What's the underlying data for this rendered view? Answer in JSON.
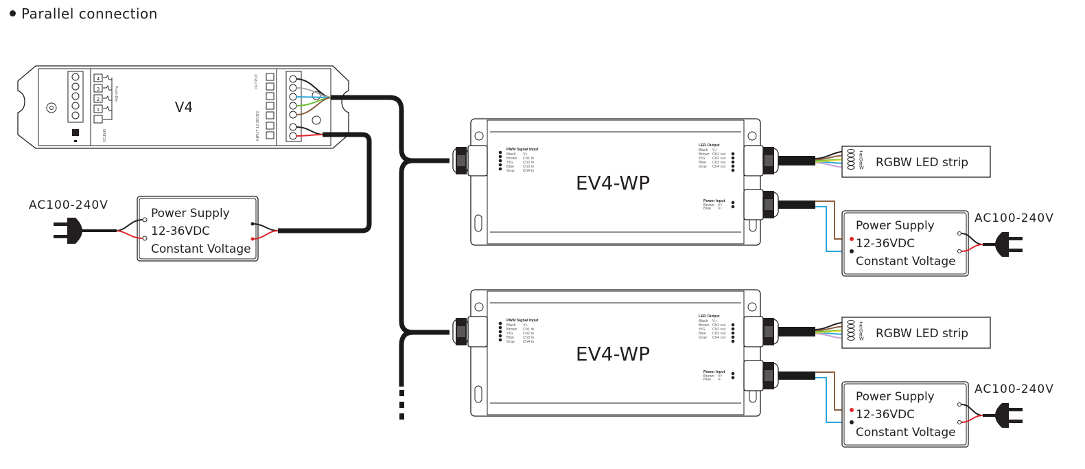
{
  "title": "Parallel connection",
  "controller": {
    "label": "V4",
    "output_label": "OUTPUT",
    "input_label": "INPUT 12-36VDC",
    "match_label": "MATCH",
    "pushdim_label": "Push-Dim",
    "buttons": [
      "4",
      "3",
      "2",
      "1"
    ]
  },
  "drivers": [
    {
      "model": "EV4-WP",
      "pwm_input": {
        "heading": "PWM Signal Input",
        "rows": [
          [
            "Black",
            "V+"
          ],
          [
            "Brown",
            "Ch1 in"
          ],
          [
            "Y/G",
            "Ch2 in"
          ],
          [
            "Blue",
            "Ch3 in"
          ],
          [
            "Gray",
            "Ch4 in"
          ]
        ]
      },
      "led_output": {
        "heading": "LED Output",
        "rows": [
          [
            "Black",
            "V+"
          ],
          [
            "Brown",
            "Ch1 out"
          ],
          [
            "Y/G",
            "Ch2 out"
          ],
          [
            "Blue",
            "Ch3 out"
          ],
          [
            "Gray",
            "Ch4 out"
          ]
        ]
      },
      "power_input": {
        "heading": "Power Input",
        "rows": [
          [
            "Brown",
            "V+"
          ],
          [
            "Blue",
            "V-"
          ]
        ]
      },
      "strip": {
        "label": "RGBW LED strip",
        "pins": [
          "+",
          "R",
          "G",
          "B",
          "W"
        ]
      },
      "psu": {
        "line1": "Power Supply",
        "line2": "12-36VDC",
        "line3": "Constant Voltage",
        "ac": "AC100-240V"
      }
    },
    {
      "model": "EV4-WP",
      "pwm_input": {
        "heading": "PWM Signal Input",
        "rows": [
          [
            "Black",
            "V+"
          ],
          [
            "Brown",
            "Ch1 in"
          ],
          [
            "Y/G",
            "Ch2 in"
          ],
          [
            "Blue",
            "Ch3 in"
          ],
          [
            "Gray",
            "Ch4 in"
          ]
        ]
      },
      "led_output": {
        "heading": "LED Output",
        "rows": [
          [
            "Black",
            "V+"
          ],
          [
            "Brown",
            "Ch1 out"
          ],
          [
            "Y/G",
            "Ch2 out"
          ],
          [
            "Blue",
            "Ch3 out"
          ],
          [
            "Gray",
            "Ch4 out"
          ]
        ]
      },
      "power_input": {
        "heading": "Power Input",
        "rows": [
          [
            "Brown",
            "V+"
          ],
          [
            "Blue",
            "V-"
          ]
        ]
      },
      "strip": {
        "label": "RGBW LED strip",
        "pins": [
          "+",
          "R",
          "G",
          "B",
          "W"
        ]
      },
      "psu": {
        "line1": "Power Supply",
        "line2": "12-36VDC",
        "line3": "Constant Voltage",
        "ac": "AC100-240V"
      }
    }
  ],
  "left_psu": {
    "line1": "Power Supply",
    "line2": "12-36VDC",
    "line3": "Constant Voltage",
    "ac": "AC100-240V"
  },
  "colors": {
    "black": "#231f20",
    "red": "#e0262b",
    "brown": "#8b5e3c",
    "gray": "#a8a8a8",
    "blue": "#2aa7dc",
    "green": "#6cbf3a",
    "yellow": "#e8d82a",
    "purple": "#c9a0d8"
  }
}
